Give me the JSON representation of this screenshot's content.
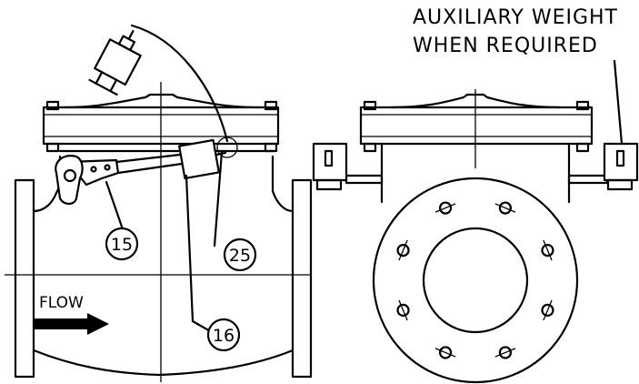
{
  "annotation": {
    "line1": "AUXILIARY  WEIGHT",
    "line2": "WHEN  REQUIRED"
  },
  "flow_label": "FLOW",
  "callouts": {
    "lever": "15",
    "weight": "16",
    "pin": "25"
  },
  "icons": {
    "flow_arrow": "right-arrow-icon",
    "balloon": "circle-callout"
  }
}
